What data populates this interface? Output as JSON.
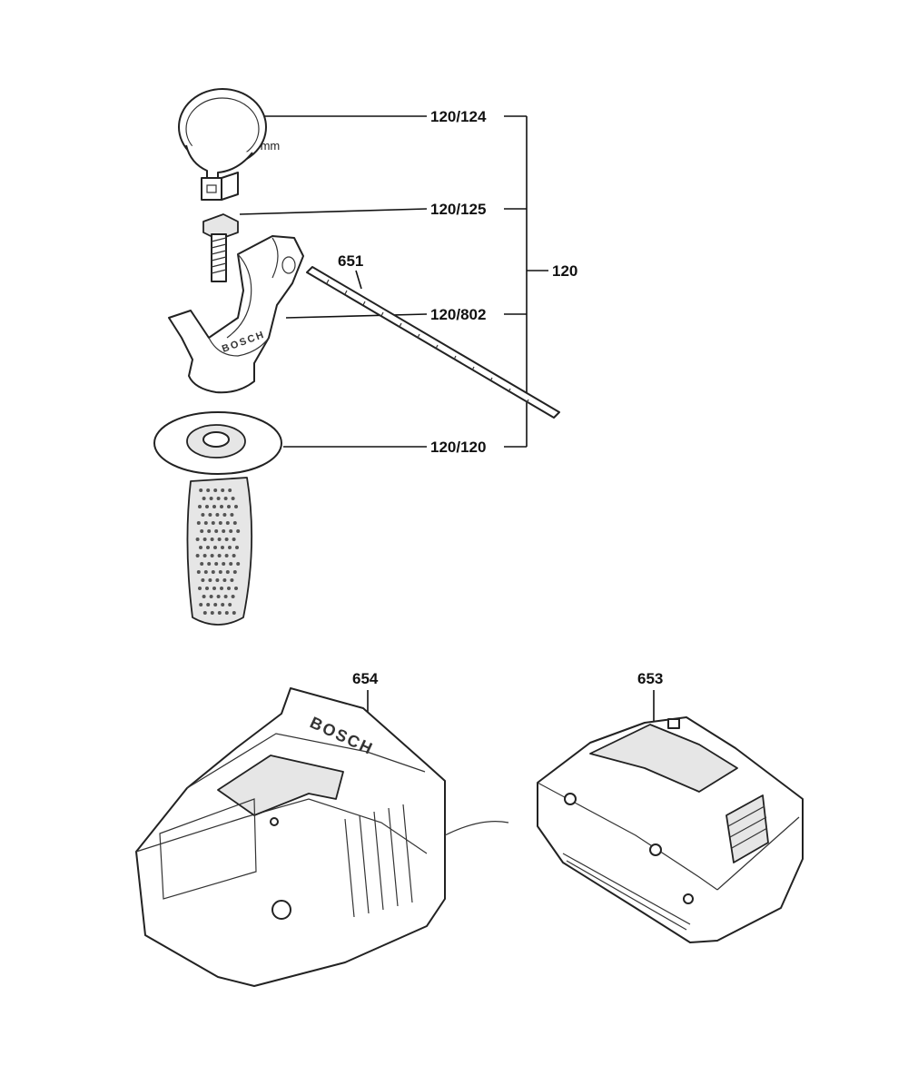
{
  "labels": {
    "clamp": "120/124",
    "clamp_diameter": "Ø50mm",
    "screw": "120/125",
    "handle_assembly": "120",
    "rod": "651",
    "holder": "120/802",
    "grip": "120/120",
    "charger": "654",
    "battery": "653"
  },
  "brand": {
    "holder_logo": "BOSCH",
    "charger_logo": "BOSCH"
  },
  "colors": {
    "line": "#111111",
    "fill_light": "#e6e6e6"
  }
}
